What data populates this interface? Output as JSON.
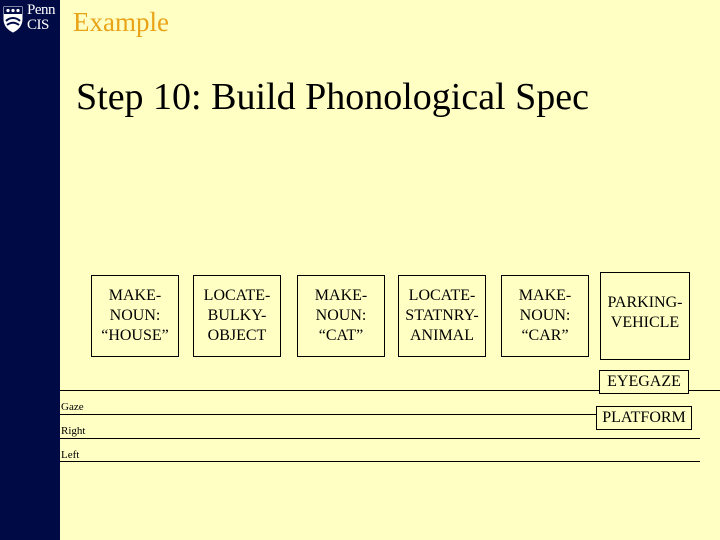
{
  "header": {
    "logo_line1": "Penn",
    "logo_line2": "CIS",
    "title": "Example"
  },
  "slide": {
    "title": "Step 10: Build Phonological Spec"
  },
  "boxes": [
    {
      "label": "MAKE-\nNOUN:\n“HOUSE”"
    },
    {
      "label": "LOCATE-\nBULKY-\nOBJECT"
    },
    {
      "label": "MAKE-\nNOUN:\n“CAT”"
    },
    {
      "label": "LOCATE-\nSTATNRY-\nANIMAL"
    },
    {
      "label": "MAKE-\nNOUN:\n“CAR”"
    },
    {
      "label": "PARKING-\nVEHICLE"
    }
  ],
  "tracks": {
    "gaze": "Gaze",
    "right": "Right",
    "left": "Left",
    "eyegaze": "EYEGAZE",
    "platform": "PLATFORM"
  },
  "colors": {
    "background": "#ffffc4",
    "sidebar": "#000b46",
    "header_title": "#e8a317"
  }
}
